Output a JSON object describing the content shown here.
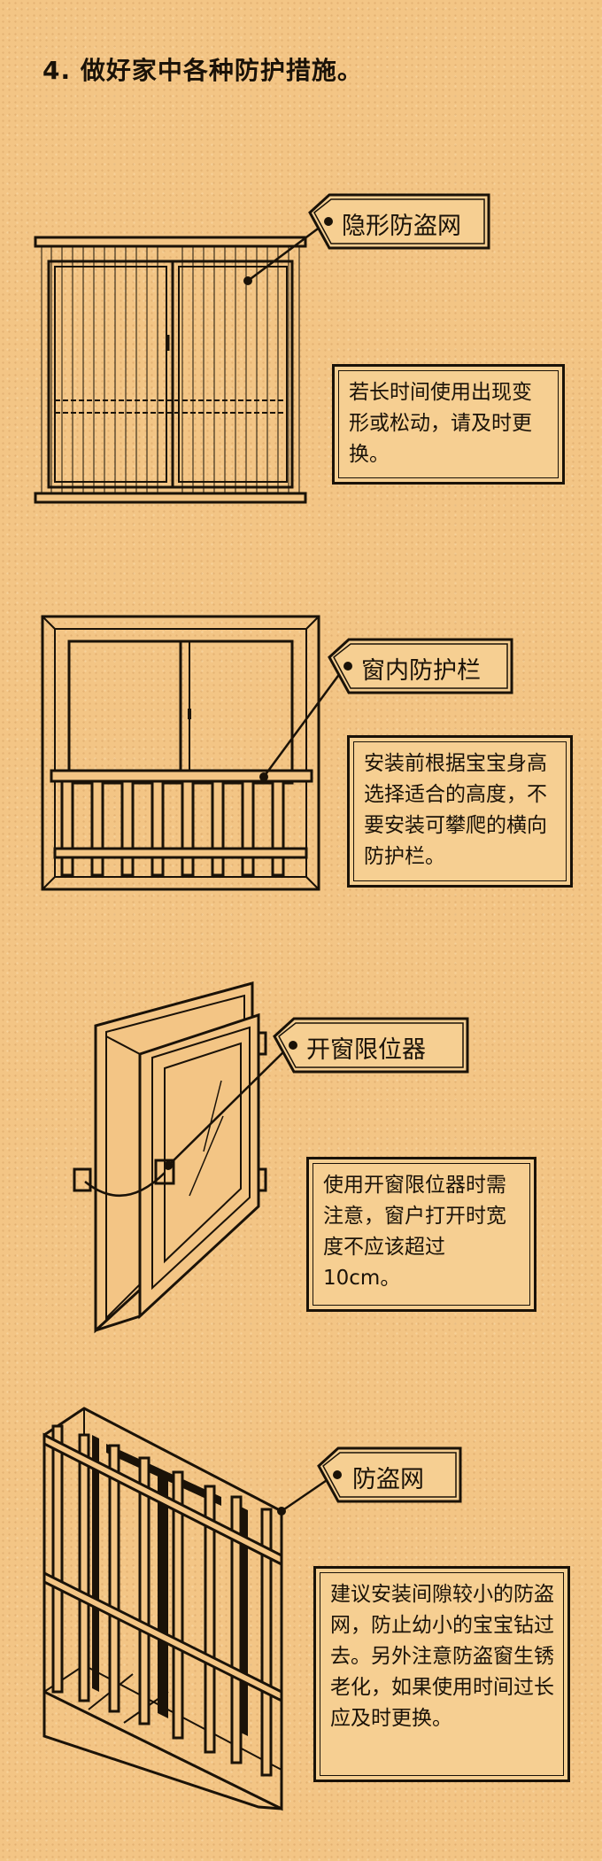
{
  "heading": "4. 做好家中各种防护措施。",
  "sections": [
    {
      "tag": "隐形防盗网",
      "note": "若长时间使用出现变形或松动，请及时更换。",
      "illustration": "window-icon"
    },
    {
      "tag": "窗内防护栏",
      "note": "安装前根据宝宝身高选择适合的高度，不要安装可攀爬的横向防护栏。",
      "illustration": "window-guard-icon"
    },
    {
      "tag": "开窗限位器",
      "note": "使用开窗限位器时需注意，窗户打开时宽度不应该超过10cm。",
      "illustration": "window-limiter-icon"
    },
    {
      "tag": "防盗网",
      "note": "建议安装间隙较小的防盗网，防止幼小的宝宝钻过去。另外注意防盗窗生锈老化，如果使用时间过长应及时更换。",
      "illustration": "security-grille-icon"
    }
  ],
  "colors": {
    "ink": "#1a1208",
    "paper": "#f3c585"
  }
}
